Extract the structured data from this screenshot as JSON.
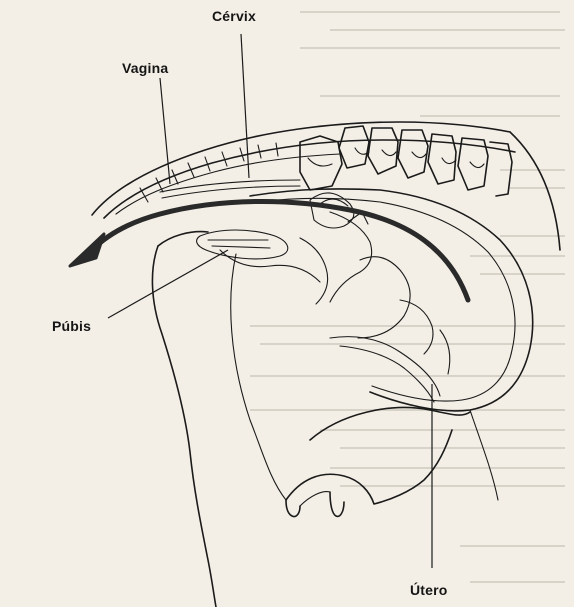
{
  "diagram": {
    "labels": {
      "cervix": "Cérvix",
      "vagina": "Vagina",
      "pubis": "Púbis",
      "utero": "Útero"
    },
    "colors": {
      "paper": "#f3efe6",
      "ink": "#1b1b1b",
      "arrow": "#2a2a2a",
      "faded_text": "#b9b2a6"
    }
  }
}
